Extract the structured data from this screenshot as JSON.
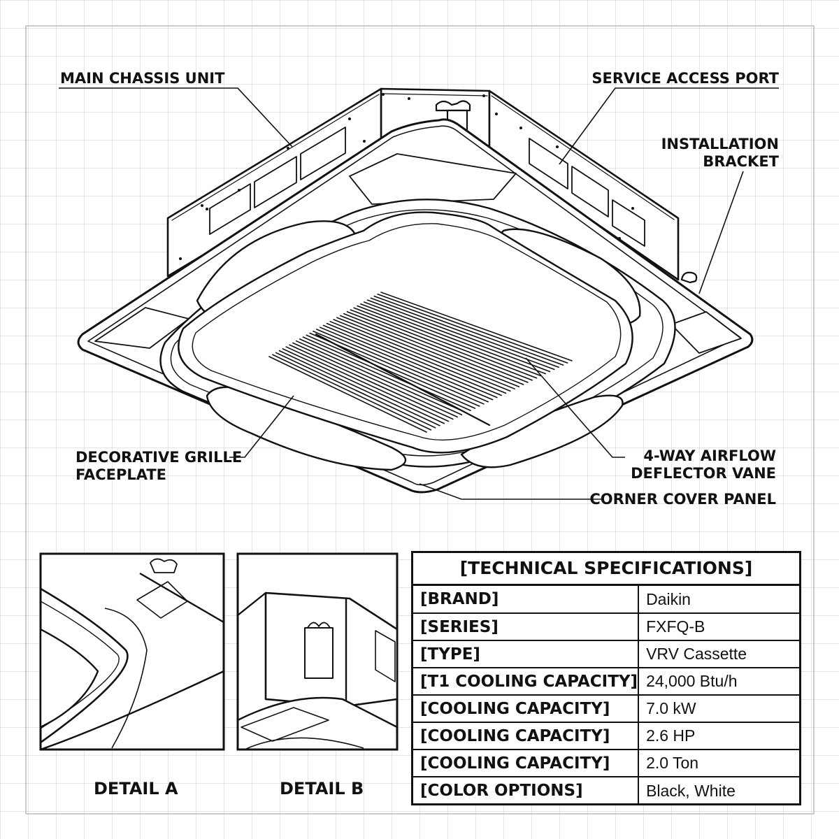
{
  "callouts": {
    "main_chassis": "MAIN CHASSIS UNIT",
    "service_port": "SERVICE ACCESS PORT",
    "bracket_line1": "INSTALLATION",
    "bracket_line2": "BRACKET",
    "grille_line1": "DECORATIVE GRILLE",
    "grille_line2": "FACEPLATE",
    "vane_line1": "4-WAY AIRFLOW",
    "vane_line2": "DEFLECTOR VANE",
    "corner_panel": "CORNER COVER PANEL"
  },
  "details": {
    "a": "DETAIL A",
    "b": "DETAIL B"
  },
  "specs": {
    "title": "[TECHNICAL SPECIFICATIONS]",
    "rows": [
      {
        "key": "[BRAND]",
        "value": "Daikin"
      },
      {
        "key": "[SERIES]",
        "value": "FXFQ-B"
      },
      {
        "key": "[TYPE]",
        "value": "VRV Cassette"
      },
      {
        "key": "[T1 COOLING CAPACITY]",
        "value": "24,000 Btu/h"
      },
      {
        "key": "[COOLING CAPACITY]",
        "value": "7.0 kW"
      },
      {
        "key": "[COOLING CAPACITY]",
        "value": "2.6 HP"
      },
      {
        "key": "[COOLING CAPACITY]",
        "value": "2.0 Ton"
      },
      {
        "key": "[COLOR OPTIONS]",
        "value": "Black, White"
      }
    ]
  },
  "colors": {
    "ink": "#111111",
    "grid": "#d4d4d4",
    "paper": "#ffffff"
  }
}
